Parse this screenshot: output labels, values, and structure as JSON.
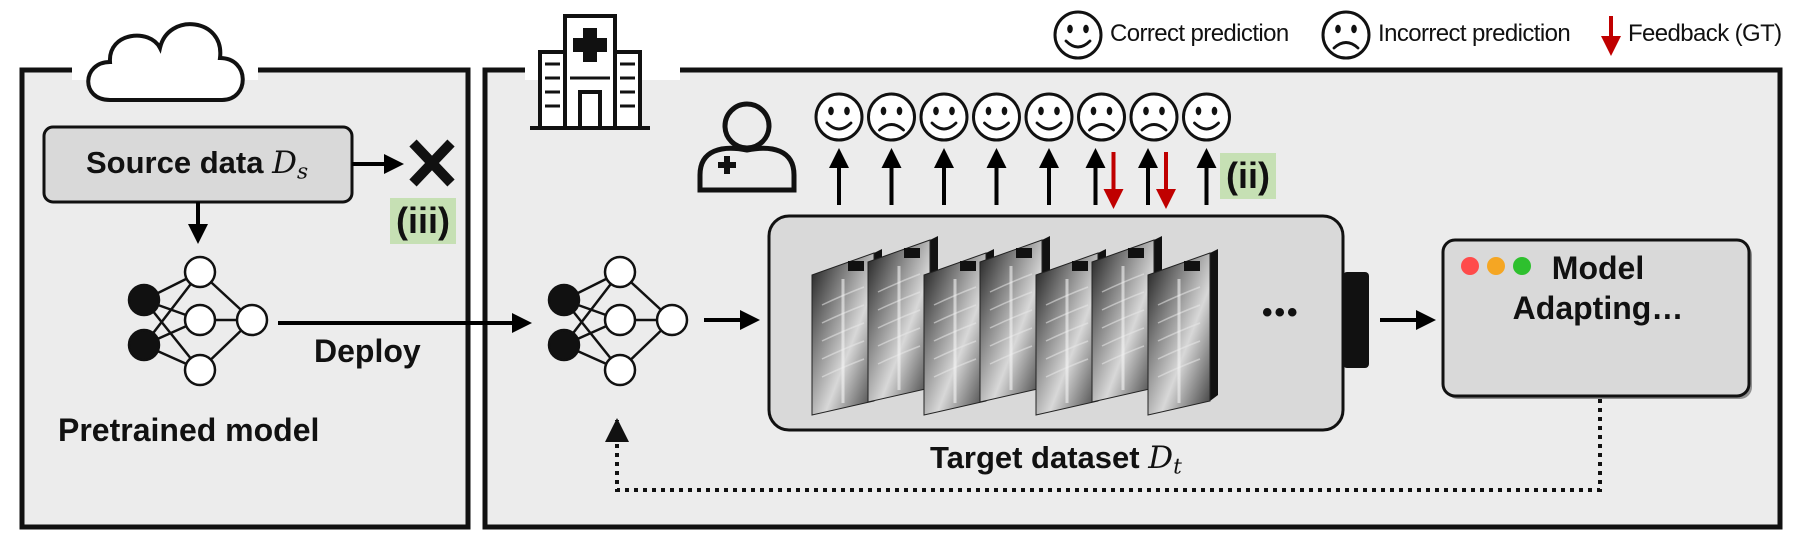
{
  "legend": {
    "correct": "Correct prediction",
    "incorrect": "Incorrect prediction",
    "feedback": "Feedback (GT)"
  },
  "source": {
    "label": "Source data",
    "symbol": "D",
    "subscript": "s",
    "tag": "(iii)"
  },
  "pretrained": {
    "label": "Pretrained model",
    "deploy": "Deploy"
  },
  "target": {
    "label": "Target dataset",
    "symbol": "D",
    "subscript": "t",
    "ellipsis": "•••",
    "predictions": [
      "correct",
      "incorrect",
      "correct",
      "correct",
      "correct",
      "incorrect",
      "incorrect",
      "correct"
    ],
    "feedback_on": [
      5,
      6
    ],
    "tag": "(ii)"
  },
  "adapt": {
    "line1": "Model",
    "line2": "Adapting…"
  },
  "colors": {
    "panel_bg": "#ececec",
    "feedback_red": "#c00000",
    "tag_green": "#c6e0b4",
    "dot_red": "#ff4b4b",
    "dot_yellow": "#f5a623",
    "dot_green": "#2ec02e"
  },
  "icons": [
    "cloud-icon",
    "hospital-icon",
    "doctor-icon",
    "neural-network-icon",
    "x-mark-icon",
    "smiley-icon",
    "frown-icon",
    "xray-image-icon"
  ]
}
